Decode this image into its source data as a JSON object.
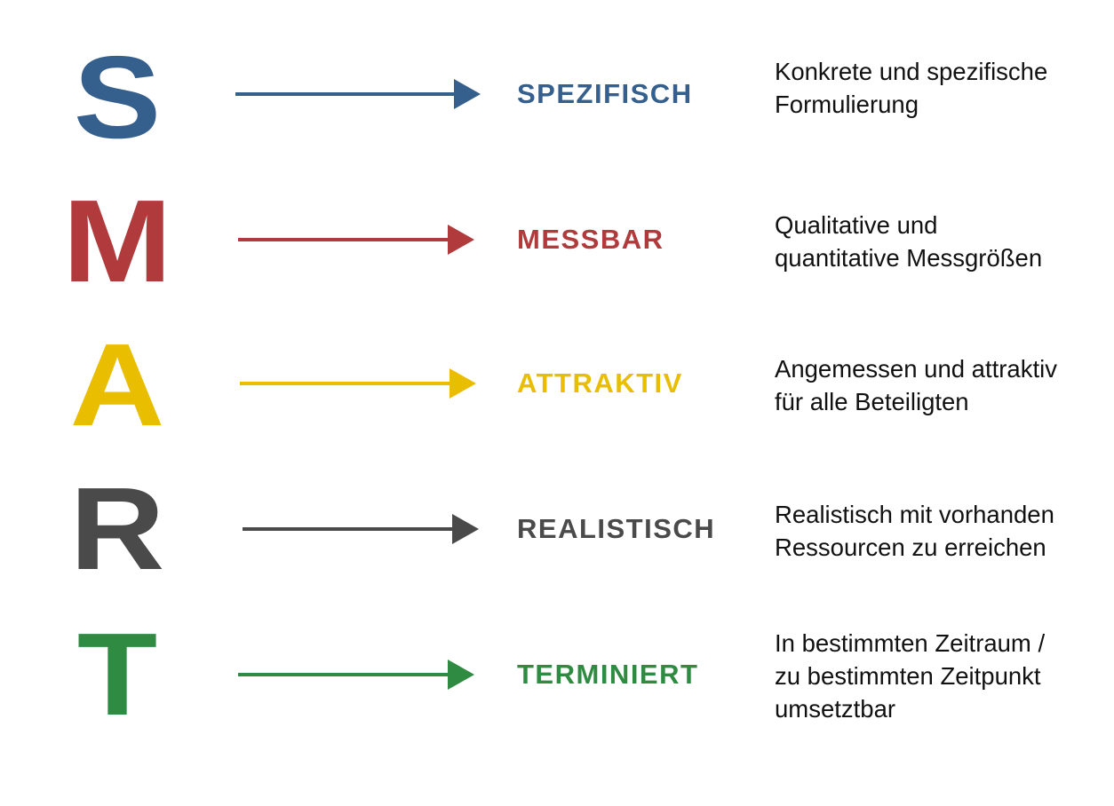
{
  "colors": {
    "s": "#355f8c",
    "m": "#b03a3c",
    "a": "#e9bd00",
    "r": "#4a4a4a",
    "t": "#2f8a42"
  },
  "rows": [
    {
      "letter": "S",
      "keyword": "SPEZIFISCH",
      "description": [
        "Konkrete und spezifische",
        "Formulierung"
      ]
    },
    {
      "letter": "M",
      "keyword": "MESSBAR",
      "description": [
        "Qualitative und",
        "quantitative Messgrößen"
      ]
    },
    {
      "letter": "A",
      "keyword": "ATTRAKTIV",
      "description": [
        "Angemessen und attraktiv",
        "für alle Beteiligten"
      ]
    },
    {
      "letter": "R",
      "keyword": "REALISTISCH",
      "description": [
        "Realistisch mit vorhanden",
        "Ressourcen zu erreichen"
      ]
    },
    {
      "letter": "T",
      "keyword": "TERMINIERT",
      "description": [
        "In bestimmten Zeitraum /",
        "zu bestimmten Zeitpunkt",
        "umsetztbar"
      ]
    }
  ]
}
